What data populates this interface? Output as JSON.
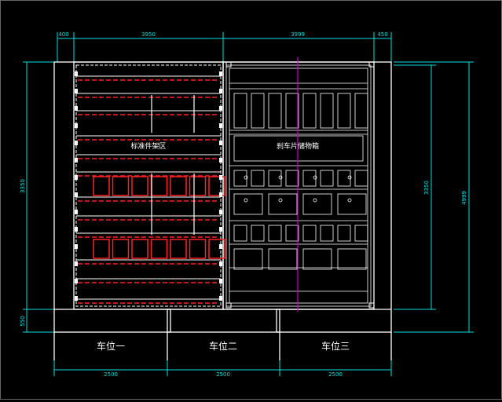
{
  "colors": {
    "background": "#000000",
    "outline": "#ffffff",
    "dimension": "#00e0e0",
    "shelf": "#ff2020",
    "centerline": "#d000d0"
  },
  "dimensions": {
    "top": [
      "400",
      "3950",
      "3999",
      "450"
    ],
    "left": [
      "3350",
      "550"
    ],
    "right": [
      "3350",
      "4999"
    ],
    "bottom": [
      "2500",
      "2500",
      "2500"
    ]
  },
  "bays": [
    "车位一",
    "车位二",
    "车位三"
  ],
  "labels": {
    "left_unit": "标准件架区",
    "right_unit": "刹车片储物箱"
  }
}
